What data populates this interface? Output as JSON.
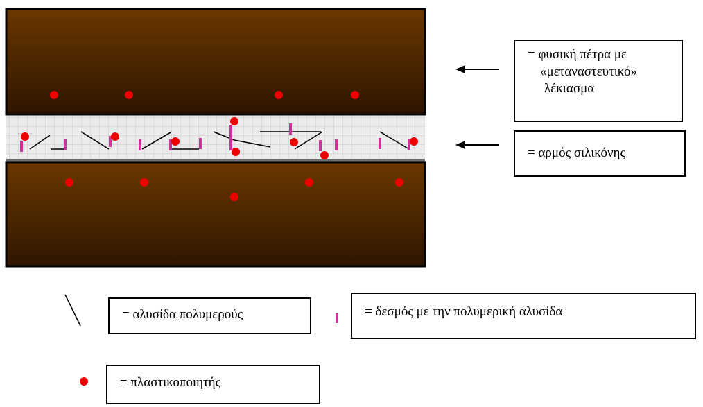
{
  "legend": {
    "stone_text": [
      "= φυσική πέτρα με",
      "«μεταναστευτικό»",
      "λέκιασμα"
    ],
    "joint_text": "= αρμός σιλικόνης",
    "polymer_chain_text": "= αλυσίδα πολυμερούς",
    "bond_text": "= δεσμός με την πολυμερική  αλυσίδα",
    "plasticizer_text": "= πλαστικοποιητής"
  },
  "colors": {
    "stone_top": "#6b3800",
    "stone_bottom": "#2e1500",
    "joint_bg": "#ececec",
    "joint_grid": "#c8c8c8",
    "plasticizer": "#ee0000",
    "bond": "#cc3399",
    "chain": "#000000",
    "border": "#000000"
  },
  "icons": {
    "arrow": "left-arrow-icon",
    "plasticizer": "red-dot-icon",
    "bond": "pink-bar-icon",
    "chain": "black-line-icon"
  }
}
